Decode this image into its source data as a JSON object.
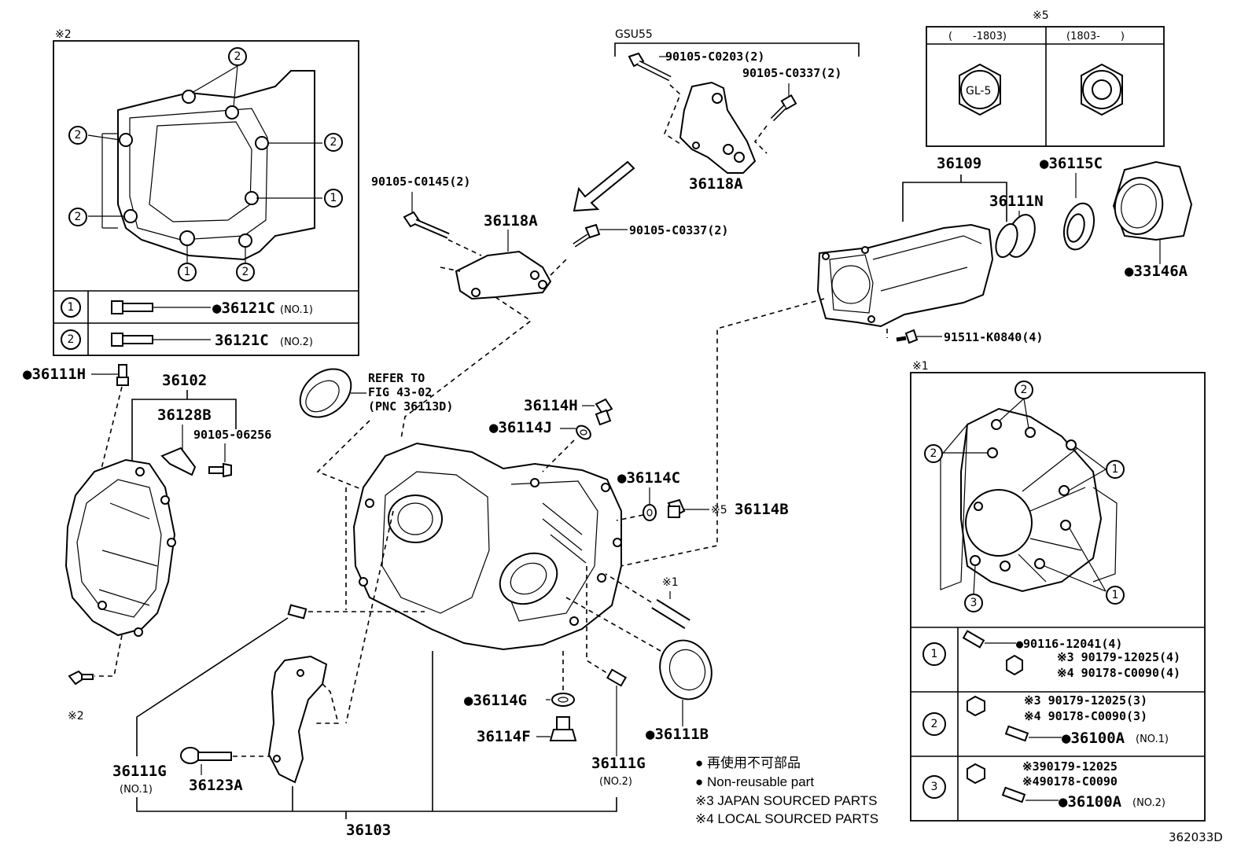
{
  "diagram_id": "362033D",
  "labels": {
    "p36121C_1": "●36121C",
    "no1": "(NO.1)",
    "p36121C_2": "36121C",
    "no2": "(NO.2)",
    "mark2_top": "※2",
    "mark2_bottom": "※2",
    "gsu55": "GSU55",
    "b90105_C0203": "90105-C0203(2)",
    "b90105_C0337_top": "90105-C0337(2)",
    "p36118A_top": "36118A",
    "b90105_C0145": "90105-C0145(2)",
    "p36118A_mid": "36118A",
    "b90105_C0337_mid": "90105-C0337(2)",
    "mark5_top": "※5",
    "range_old": "(　　-1803)",
    "range_new": "(1803-　　)",
    "gl5": "GL-5",
    "p36109": "36109",
    "p36115C": "●36115C",
    "p36111N": "36111N",
    "p33146A": "●33146A",
    "b91511": "91511-K0840(4)",
    "p36111H": "●36111H",
    "p36102": "36102",
    "p36128B": "36128B",
    "b90105_06256": "90105-06256",
    "refer1": "REFER TO",
    "refer2": "FIG 43-02",
    "refer3": "(PNC 36113D)",
    "p36114H": "36114H",
    "p36114J": "●36114J",
    "p36114C": "●36114C",
    "p36114B": "36114B",
    "mark5_mid": "※5",
    "mark1_stud": "※1",
    "mark1_box": "※1",
    "p36111G_1": "36111G",
    "no1_g": "(NO.1)",
    "p36123A": "36123A",
    "p36114G": "●36114G",
    "p36114F": "36114F",
    "p36111G_2": "36111G",
    "no2_g": "(NO.2)",
    "p36111B": "●36111B",
    "p36103": "36103",
    "r1a": "●90116-12041(4)",
    "r1b": "※3 90179-12025(4)",
    "r1c": "※4 90178-C0090(4)",
    "r2a": "※3 90179-12025(3)",
    "r2b": "※4 90178-C0090(3)",
    "r2c": "●36100A",
    "r2c_no": "(NO.1)",
    "r3a": "※390179-12025",
    "r3b": "※490178-C0090",
    "r3c": "●36100A",
    "r3c_no": "(NO.2)"
  },
  "legend": {
    "line1": "● 再使用不可部品",
    "line2": "● Non-reusable part",
    "line3": "※3 JAPAN SOURCED PARTS",
    "line4": "※4 LOCAL SOURCED PARTS"
  },
  "callouts": {
    "one": "1",
    "two": "2",
    "three": "3"
  }
}
